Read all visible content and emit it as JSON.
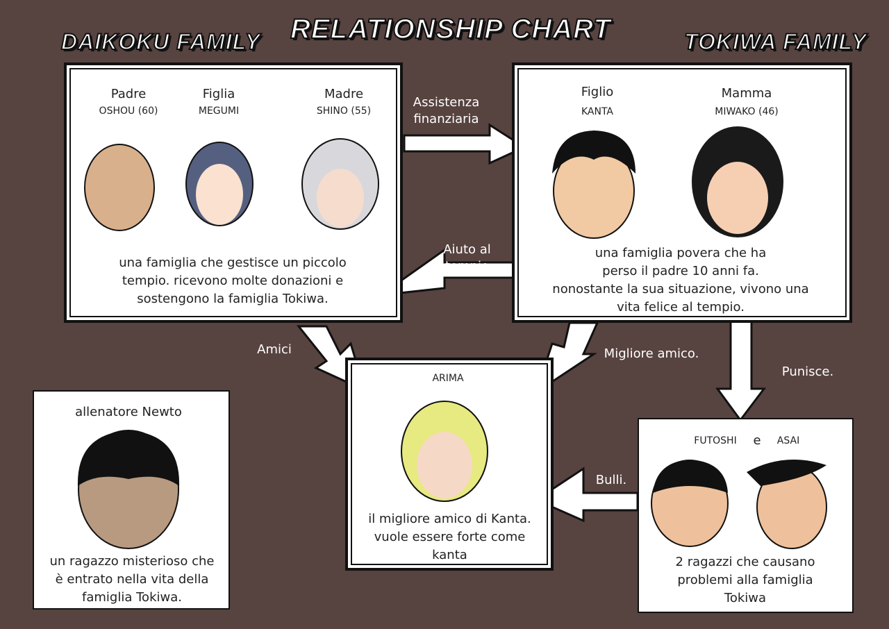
{
  "title": "RELATIONSHIP CHART",
  "daikoku": {
    "heading": "DAIKOKU FAMILY",
    "members": [
      {
        "role": "Padre",
        "name": "OSHOU (60)"
      },
      {
        "role": "Figlia",
        "name": "MEGUMI"
      },
      {
        "role": "Madre",
        "name": "SHINO (55)"
      }
    ],
    "description": [
      "una famiglia che gestisce un piccolo",
      "tempio. ricevono molte donazioni e",
      "sostengono la famiglia Tokiwa."
    ]
  },
  "tokiwa": {
    "heading": "TOKIWA FAMILY",
    "members": [
      {
        "role": "Figlio",
        "name": "KANTA"
      },
      {
        "role": "Mamma",
        "name": "MIWAKO (46)"
      }
    ],
    "description": [
      "una famiglia povera che ha",
      "perso il padre 10 anni fa.",
      "nonostante la sua situazione, vivono una",
      "vita felice al tempio."
    ]
  },
  "arima": {
    "name": "ARIMA",
    "description": [
      "il migliore amico di Kanta.",
      "vuole essere forte come",
      "kanta"
    ]
  },
  "newto": {
    "name": "allenatore Newto",
    "description": [
      "un ragazzo misterioso che",
      "è entrato nella vita della",
      "famiglia Tokiwa."
    ]
  },
  "bullies": {
    "name1": "FUTOSHI",
    "and": "e",
    "name2": "ASAI",
    "description": [
      "2 ragazzi che causano",
      "problemi alla famiglia",
      "Tokiwa"
    ]
  },
  "arrows": {
    "financial": [
      "Assistenza",
      "finanziaria"
    ],
    "temple_help": [
      "Aiuto al",
      "tempio"
    ],
    "friends": "Amici",
    "best_friend": "Migliore amico.",
    "punishes": "Punisce.",
    "bullies": "Bulli."
  }
}
